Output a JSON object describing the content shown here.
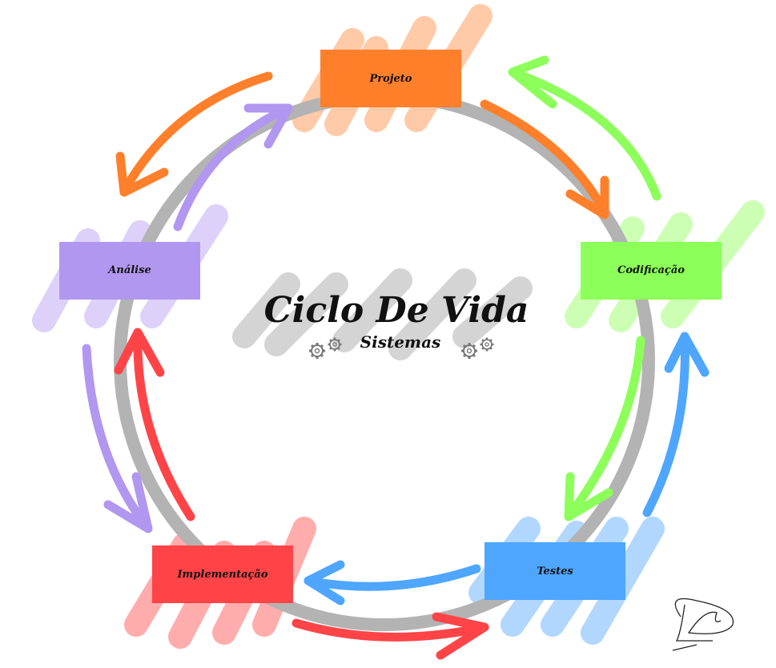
{
  "diagram": {
    "title": "Ciclo De Vida",
    "subtitle": "Sistemas",
    "phases": [
      {
        "label": "Projeto",
        "color": "#ff7f2a",
        "brush": "#ffc49e"
      },
      {
        "label": "Codificação",
        "color": "#8cff5a",
        "brush": "#c6ffab"
      },
      {
        "label": "Testes",
        "color": "#4ea6ff",
        "brush": "#a8d3ff"
      },
      {
        "label": "Implementação",
        "color": "#ff4448",
        "brush": "#ffa3a4"
      },
      {
        "label": "Análise",
        "color": "#b197ef",
        "brush": "#d9ccf8"
      }
    ],
    "ring_color": "#b3b3b3",
    "title_brush_color": "#d4d4d4",
    "icons": [
      "gears-icon",
      "gears-icon",
      "signature-mark"
    ]
  }
}
